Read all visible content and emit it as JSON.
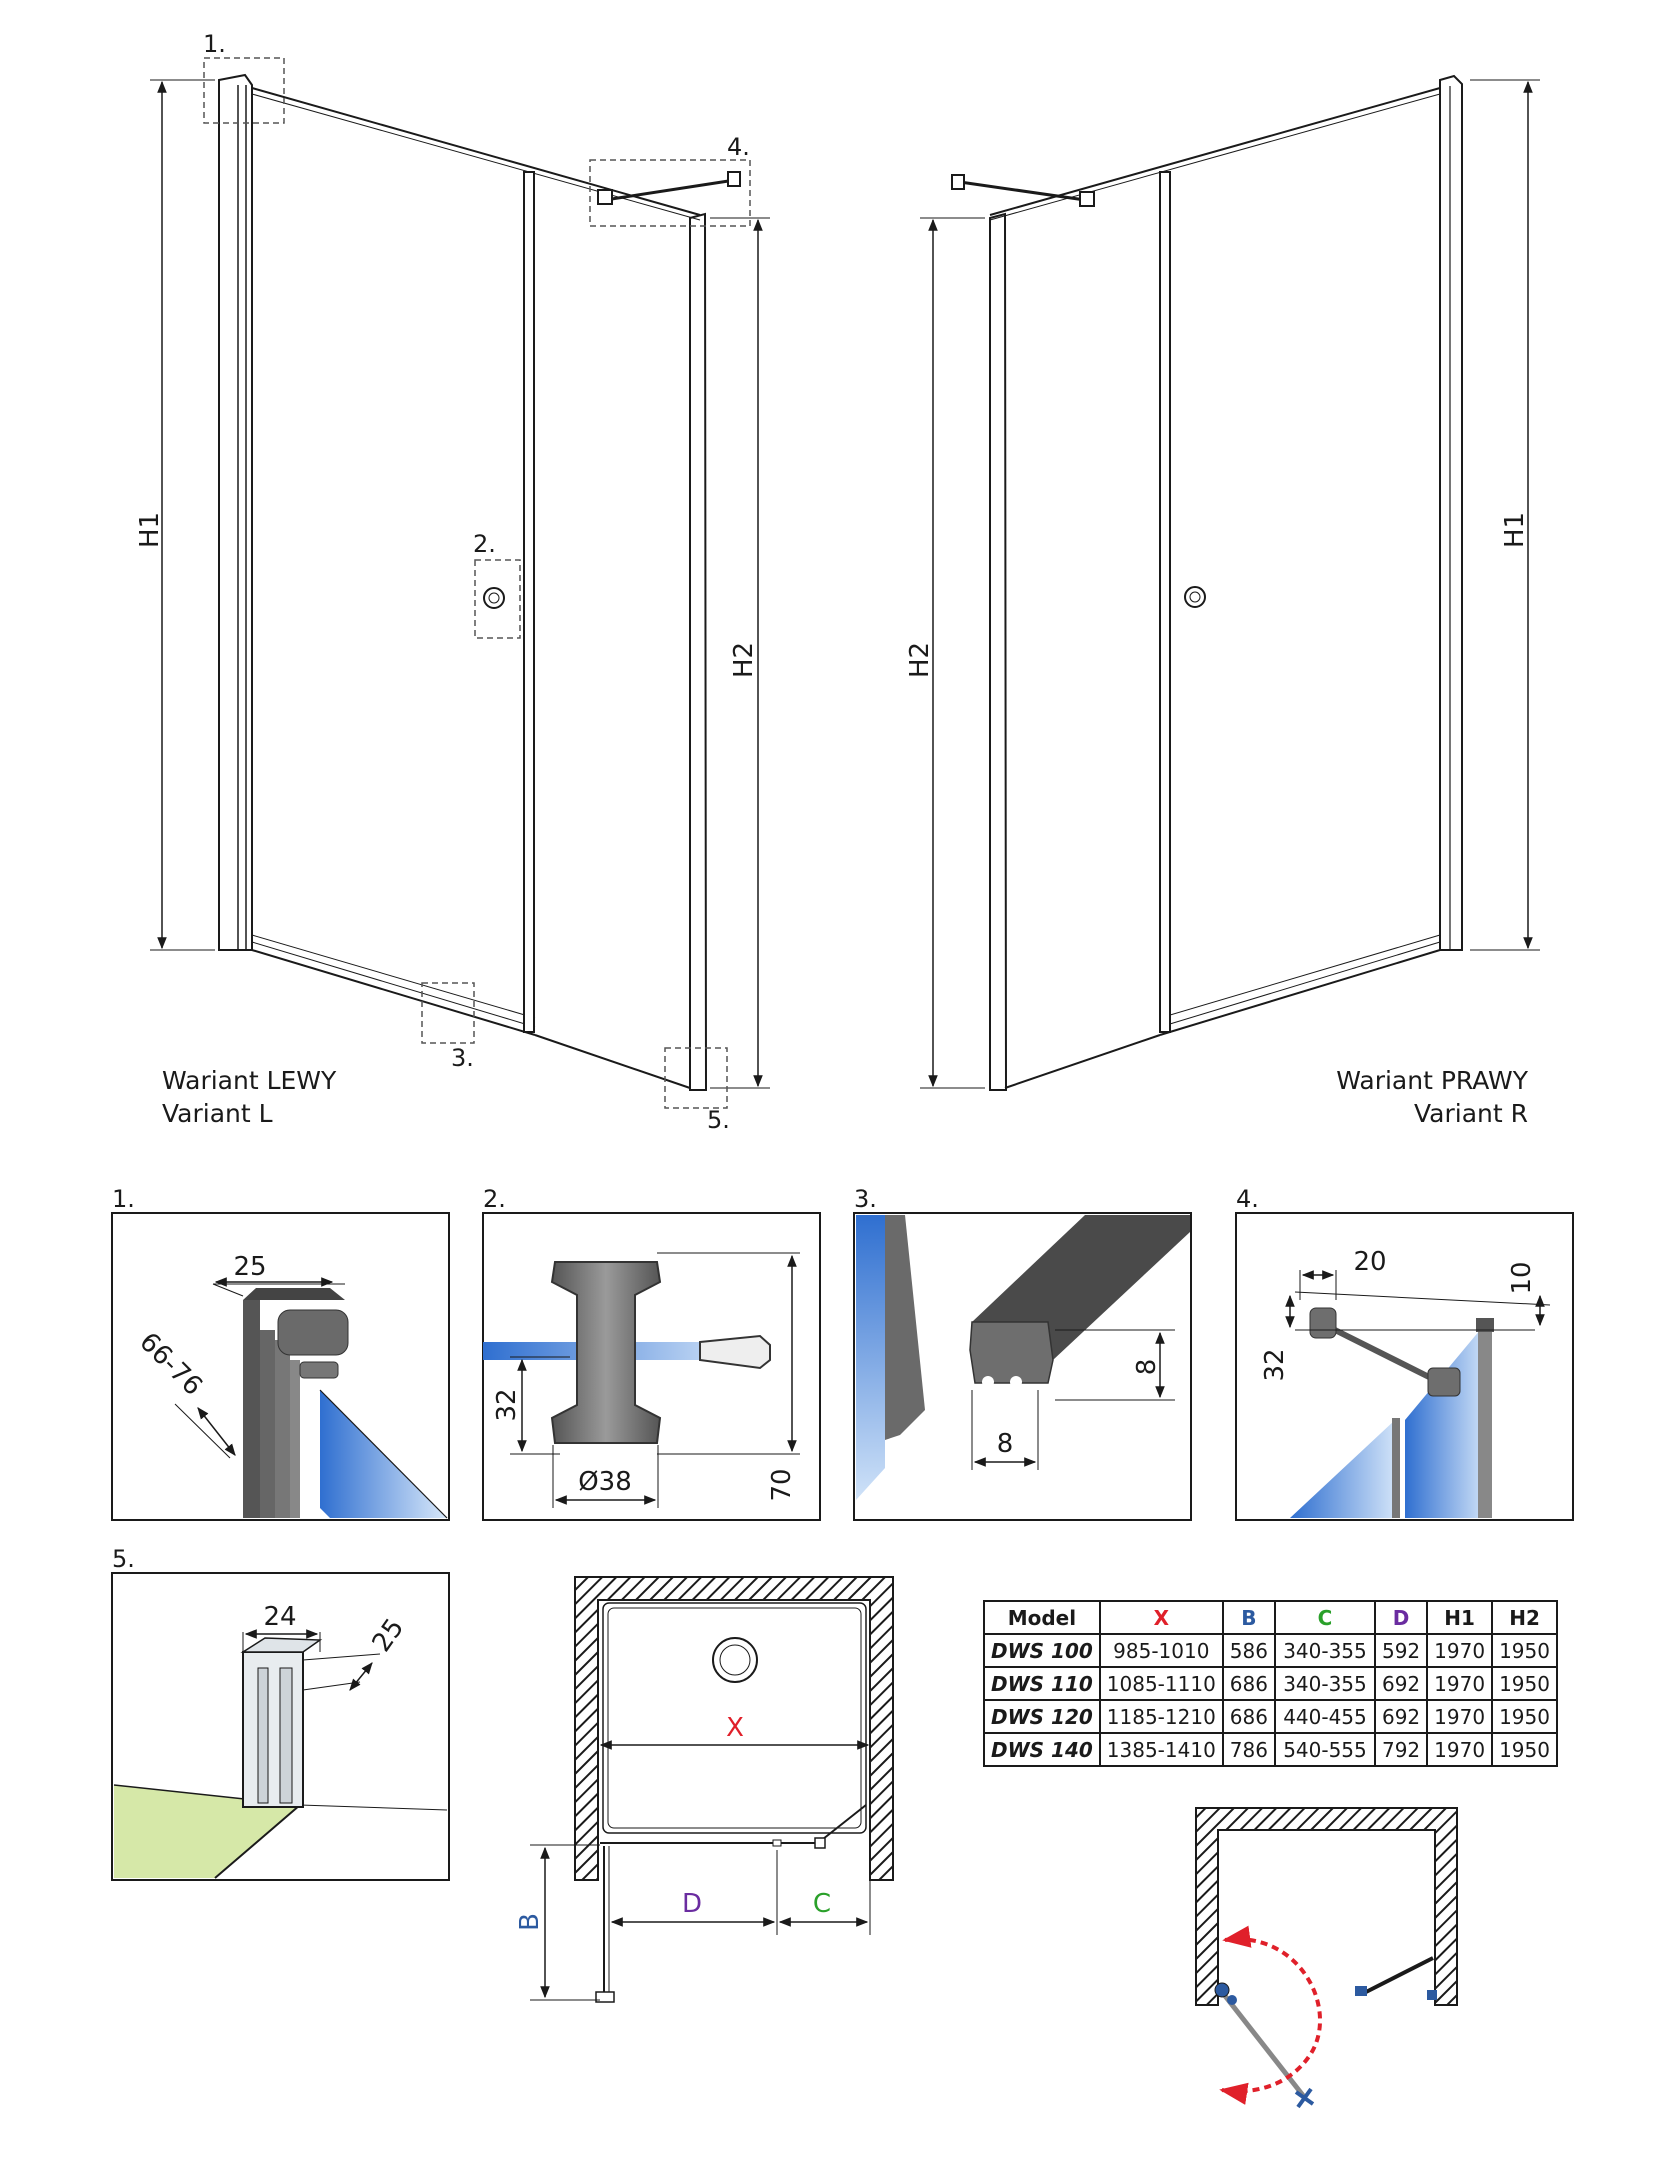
{
  "main_drawing": {
    "left_variant": {
      "line1": "Wariant LEWY",
      "line2": "Variant L"
    },
    "right_variant": {
      "line1": "Wariant PRAWY",
      "line2": "Variant R"
    },
    "dim_h1": "H1",
    "dim_h2": "H2",
    "callouts": [
      "1.",
      "2.",
      "3.",
      "4.",
      "5."
    ]
  },
  "details": [
    {
      "label": "1.",
      "dims": [
        "25",
        "66-76"
      ]
    },
    {
      "label": "2.",
      "dims": [
        "32",
        "Ø38",
        "70"
      ]
    },
    {
      "label": "3.",
      "dims": [
        "8",
        "8"
      ]
    },
    {
      "label": "4.",
      "dims": [
        "20",
        "10",
        "32"
      ]
    },
    {
      "label": "5.",
      "dims": [
        "24",
        "25"
      ]
    }
  ],
  "plan": {
    "x": "X",
    "b": "B",
    "c": "C",
    "d": "D"
  },
  "colors": {
    "X": "#e0202a",
    "B": "#2c5aa0",
    "C": "#2aa02a",
    "D": "#6a2ca0",
    "glass": "#3a7fd0",
    "floor": "#d6e8a8",
    "arrow": "#e0202a"
  },
  "table": {
    "headers": [
      "Model",
      "X",
      "B",
      "C",
      "D",
      "H1",
      "H2"
    ],
    "rows": [
      [
        "DWS 100",
        "985-1010",
        "586",
        "340-355",
        "592",
        "1970",
        "1950"
      ],
      [
        "DWS 110",
        "1085-1110",
        "686",
        "340-355",
        "692",
        "1970",
        "1950"
      ],
      [
        "DWS 120",
        "1185-1210",
        "686",
        "440-455",
        "692",
        "1970",
        "1950"
      ],
      [
        "DWS 140",
        "1385-1410",
        "786",
        "540-555",
        "792",
        "1970",
        "1950"
      ]
    ]
  }
}
